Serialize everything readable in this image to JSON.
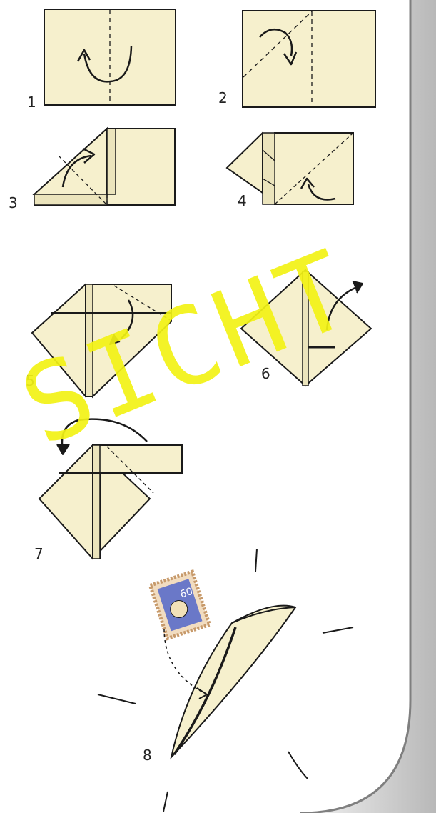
{
  "colors": {
    "paper": "#f6f0cd",
    "paper_shade": "#ebe4bc",
    "ink": "#1a1a1a",
    "panel_gradient_light": "#f4f4f4",
    "panel_gradient_dark": "#b8b8b8",
    "panel_edge": "#7f7f7f",
    "watermark": "#f2f215",
    "stamp_border": "#c79a6b",
    "stamp_blue": "#6a78c8"
  },
  "steps": [
    {
      "number": "1"
    },
    {
      "number": "2"
    },
    {
      "number": "3"
    },
    {
      "number": "4"
    },
    {
      "number": "5"
    },
    {
      "number": "6"
    },
    {
      "number": "7"
    },
    {
      "number": "8"
    }
  ],
  "stamp": {
    "value": "60"
  },
  "watermark": {
    "text": "SICHT"
  }
}
